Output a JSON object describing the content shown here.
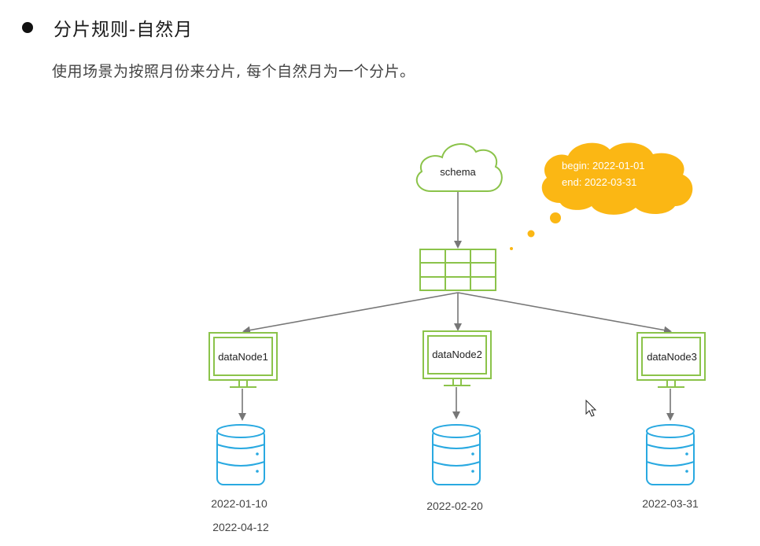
{
  "header": {
    "title": "分片规则-自然月",
    "description": "使用场景为按照月份来分片, 每个自然月为一个分片。"
  },
  "diagram": {
    "schema_label": "schema",
    "note": {
      "begin": "begin: 2022-01-01",
      "end": "end: 2022-03-31"
    },
    "nodes": [
      {
        "label": "dataNode1",
        "dates": [
          "2022-01-10",
          "2022-04-12"
        ]
      },
      {
        "label": "dataNode2",
        "dates": [
          "2022-02-20"
        ]
      },
      {
        "label": "dataNode3",
        "dates": [
          "2022-03-31"
        ]
      }
    ],
    "colors": {
      "green": "#8bc34a",
      "blue": "#29a9e1",
      "orange": "#fbb714",
      "arrow": "#777777"
    }
  }
}
